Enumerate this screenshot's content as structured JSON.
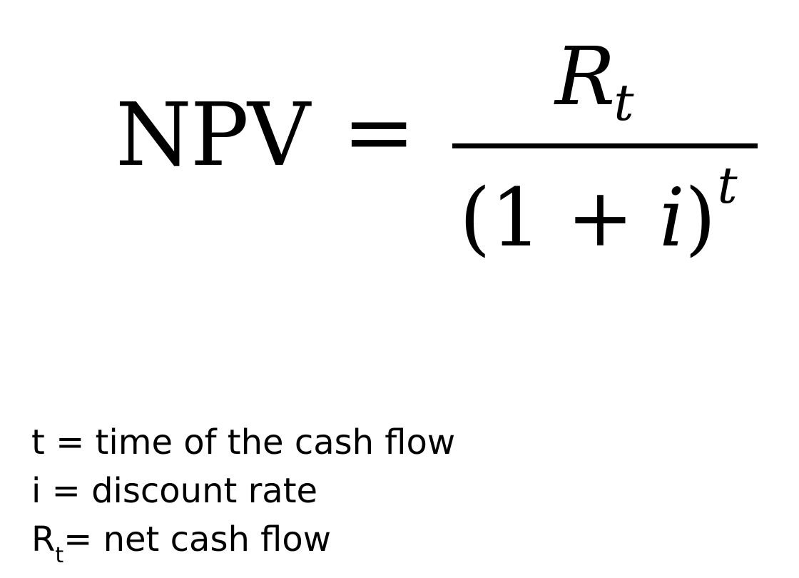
{
  "formula": {
    "lhs": "NPV",
    "equals": "=",
    "numerator_symbol": "R",
    "numerator_subscript": "t",
    "denominator_open": "(1 + ",
    "denominator_var": "i",
    "denominator_close": ")",
    "denominator_exponent": "t"
  },
  "legend": {
    "line1": "t = time of the cash flow",
    "line2": "i = discount rate",
    "line3_symbol": "R",
    "line3_subscript": "t",
    "line3_text": "= net cash flow"
  }
}
